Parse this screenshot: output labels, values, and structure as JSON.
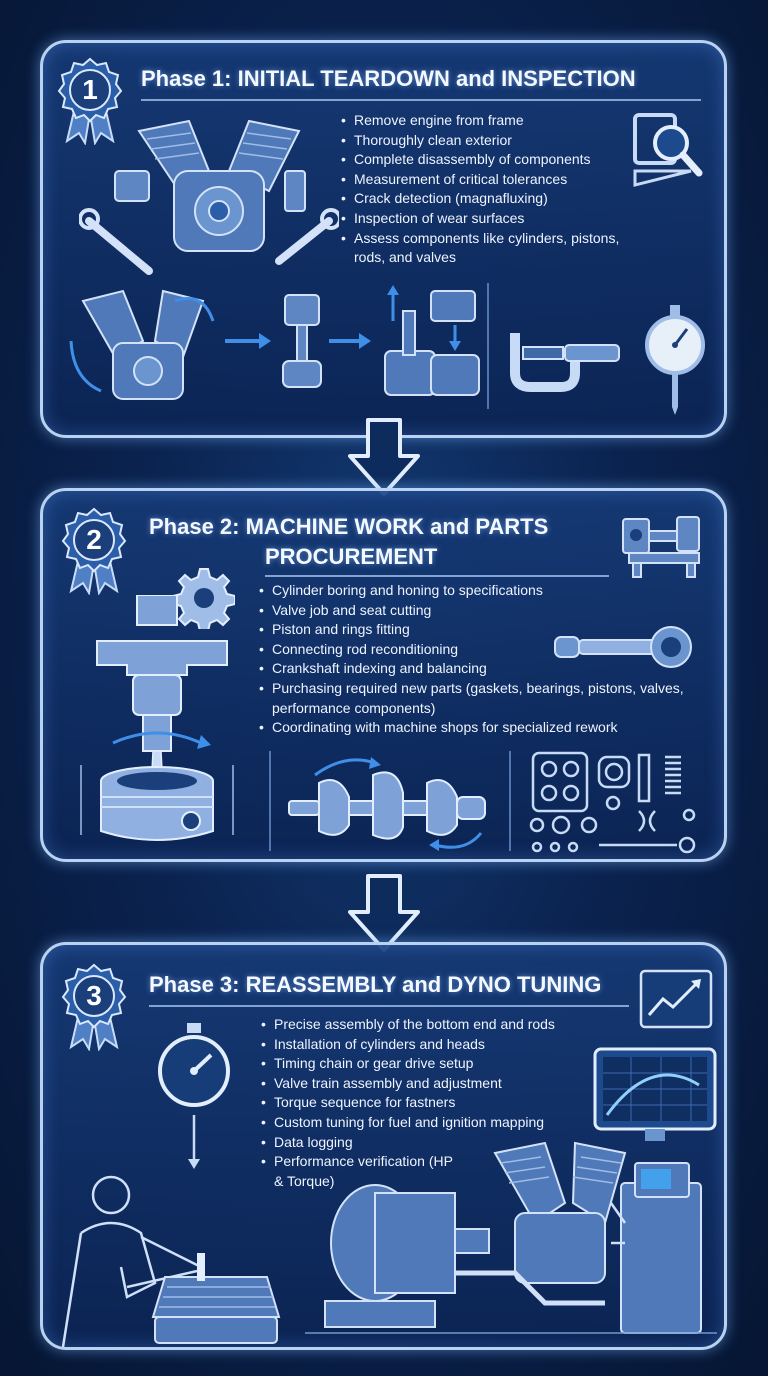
{
  "phases": [
    {
      "number": "1",
      "title": "Phase 1: INITIAL TEARDOWN and INSPECTION",
      "bullets": [
        "Remove engine from frame",
        "Thoroughly clean exterior",
        "Complete disassembly of components",
        "Measurement of critical tolerances",
        "Crack detection (magnafluxing)",
        "Inspection of wear surfaces",
        "Assess components like cylinders, pistons, rods, and valves"
      ],
      "icons": [
        "v-twin-engine-icon",
        "wrench-icon",
        "magnifier-square-icon",
        "piston-icon",
        "cylinder-head-icon",
        "micrometer-icon",
        "dial-gauge-icon"
      ]
    },
    {
      "number": "2",
      "title_line1": "Phase 2: MACHINE WORK and PARTS",
      "title_line2": "PROCUREMENT",
      "bullets": [
        "Cylinder boring and honing to specifications",
        "Valve job and seat cutting",
        "Piston and rings fitting",
        "Connecting rod reconditioning",
        "Crankshaft indexing and balancing",
        "Purchasing required new parts (gaskets, bearings, pistons, valves, performance components)",
        "Coordinating with machine shops for specialized rework"
      ],
      "icons": [
        "lathe-icon",
        "gear-icon",
        "boring-drill-icon",
        "connecting-rod-icon",
        "crankshaft-icon",
        "parts-kit-icon"
      ]
    },
    {
      "number": "3",
      "title": "Phase 3: REASSEMBLY and DYNO TUNING",
      "bullets": [
        "Precise assembly of the bottom end and rods",
        "Installation of cylinders and heads",
        "Timing chain or gear drive setup",
        "Valve train assembly and adjustment",
        "Torque sequence for fastners",
        "Custom tuning for fuel and ignition mapping",
        "Data logging",
        "Performance verification (HP & Torque)"
      ],
      "icons": [
        "chart-trend-icon",
        "stopwatch-icon",
        "mechanic-icon",
        "dyno-monitor-icon",
        "dyno-rig-icon"
      ]
    }
  ],
  "colors": {
    "accent": "#3f8fe8",
    "line": "#b9d2f2",
    "bg": "#0b2350"
  }
}
